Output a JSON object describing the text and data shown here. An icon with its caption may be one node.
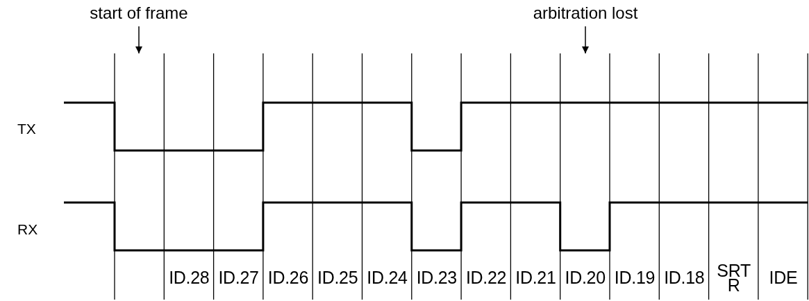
{
  "diagram": {
    "nodes": [
      {
        "text": [
          "start of frame"
        ]
      },
      {
        "text": [
          "arbitration lost"
        ]
      }
    ],
    "edges": [
      {
        "from": 0,
        "to": null,
        "arrow": "to"
      },
      {
        "from": 1,
        "to": null,
        "arrow": "to"
      }
    ],
    "labels": [
      "TX",
      "RX",
      "ID.28",
      "ID.27",
      "ID.26",
      "ID.25",
      "ID.24",
      "ID.23",
      "ID.22",
      "ID.21",
      "ID.20",
      "ID.19",
      "ID.18",
      "SRT R",
      "IDE"
    ]
  }
}
